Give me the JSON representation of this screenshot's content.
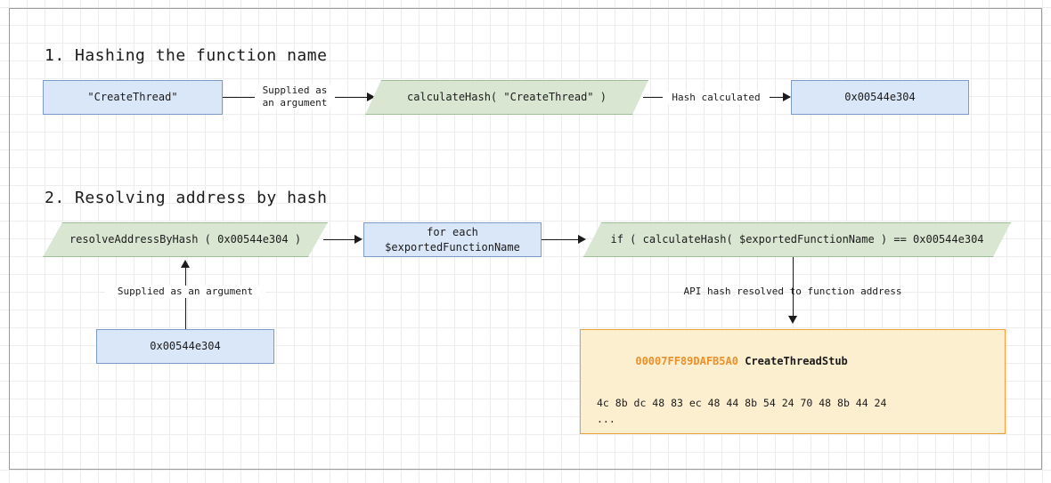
{
  "sections": [
    {
      "heading": "1. Hashing the function name"
    },
    {
      "heading": "2. Resolving address by hash"
    }
  ],
  "section1": {
    "input_box": "\"CreateThread\"",
    "edge_supplied": "Supplied as\nan argument",
    "hash_call": "calculateHash( \"CreateThread\" )",
    "edge_hash_calculated": "Hash calculated",
    "hash_result": "0x00544e304"
  },
  "section2": {
    "resolve_call": "resolveAddressByHash ( 0x00544e304 )",
    "loop_box": "for each\n$exportedFunctionName",
    "condition": "if ( calculateHash( $exportedFunctionName ) == 0x00544e304",
    "edge_supplied": "Supplied as an argument",
    "hash_input": "0x00544e304",
    "edge_resolved": "API hash resolved to function address",
    "code": {
      "address": "00007FF89DAFB5A0",
      "symbol": "CreateThreadStub",
      "bytes_line1": "4c 8b dc 48 83 ec 48 44 8b 54 24 70 48 8b 44 24",
      "bytes_line2": "..."
    }
  },
  "colors": {
    "box_fill": "#dae7f8",
    "box_border": "#7a9cc6",
    "para_fill": "#d9e7d2",
    "para_border": "#9fbd98",
    "code_fill": "#fcefd0",
    "code_border": "#e8a33d",
    "code_address": "#e8912a",
    "grid": "#ededed",
    "ink": "#1b1b1b"
  }
}
